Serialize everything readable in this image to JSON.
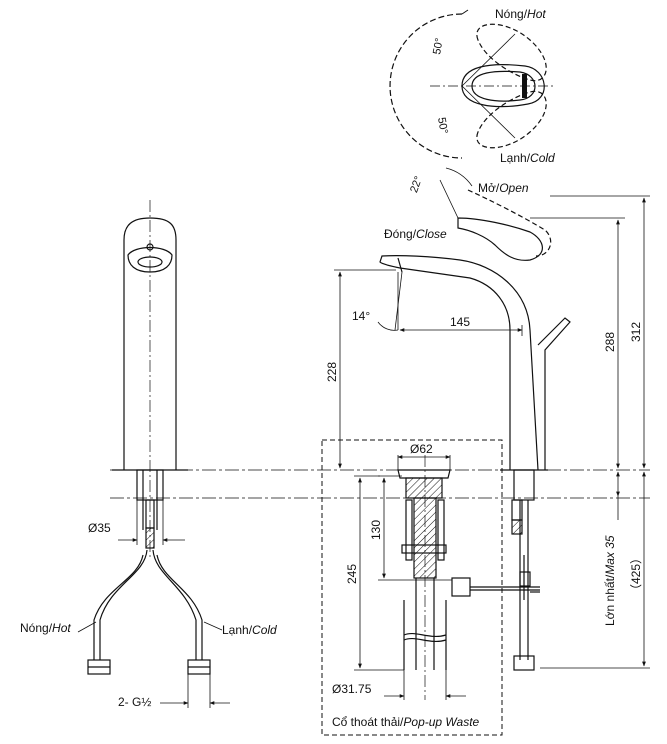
{
  "labels": {
    "hot_top": "Nóng/",
    "hot_top_en": "Hot",
    "cold_top": "Lạnh/",
    "cold_top_en": "Cold",
    "angle_50_a": "50°",
    "angle_50_b": "50°",
    "angle_22": "22°",
    "open": "Mở/",
    "open_en": "Open",
    "close": "Đóng/",
    "close_en": "Close",
    "angle_14": "14°",
    "dim_145": "145",
    "dim_228": "228",
    "dim_288": "288",
    "dim_312": "312",
    "dim_62": "Ø62",
    "dim_130": "130",
    "dim_245": "245",
    "dim_35": "Ø35",
    "dim_3175": "Ø31.75",
    "waste": "Cổ thoát thải/",
    "waste_en": "Pop-up Waste",
    "hot_hose": "Nóng/",
    "hot_hose_en": "Hot",
    "cold_hose": "Lạnh/",
    "cold_hose_en": "Cold",
    "thread": "2- G½",
    "max35": "Lớn nhất/",
    "max35_en": "Max 35",
    "dim_425": "（425）"
  },
  "colors": {
    "line": "#111111",
    "hatch": "#111111"
  }
}
